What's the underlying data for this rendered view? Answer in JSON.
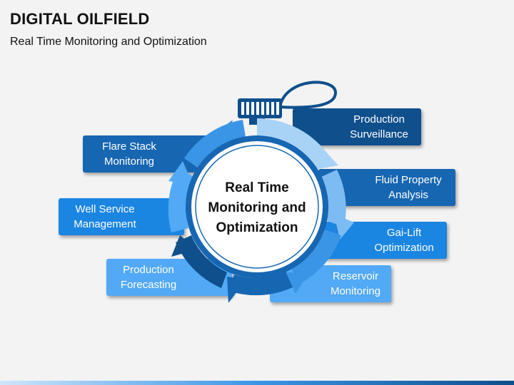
{
  "title": "DIGITAL OILFIELD",
  "subtitle": "Real Time Monitoring and Optimization",
  "center_label": "Real Time\nMonitoring and\nOptimization",
  "left_items": [
    {
      "label": "Flare Stack\nMonitoring",
      "color": "#1766b2"
    },
    {
      "label": "Well Service\nManagement",
      "color": "#1b85e2"
    },
    {
      "label": "Production\nForecasting",
      "color": "#52a9f6"
    }
  ],
  "right_items": [
    {
      "label": "Production\nSurveillance",
      "color": "#0f4f8c"
    },
    {
      "label": "Fluid Property\nAnalysis",
      "color": "#1766b2"
    },
    {
      "label": "Gai-Lift\nOptimization",
      "color": "#1b85e2"
    },
    {
      "label": "Reservoir\nMonitoring",
      "color": "#52a9f6"
    }
  ],
  "icons": {
    "center": "stopwatch-icon",
    "cycle": "circular-arrows-icon"
  }
}
